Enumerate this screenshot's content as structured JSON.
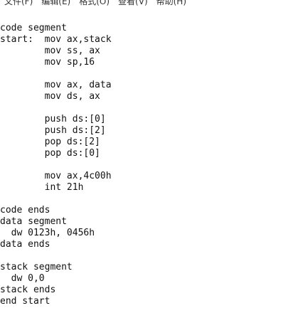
{
  "menubar": {
    "items": [
      {
        "label": "文件(F)"
      },
      {
        "label": "编辑(E)"
      },
      {
        "label": "格式(O)"
      },
      {
        "label": "查看(V)"
      },
      {
        "label": "帮助(H)"
      }
    ]
  },
  "editor": {
    "lines": [
      "code segment",
      "start:  mov ax,stack",
      "        mov ss, ax",
      "        mov sp,16",
      "",
      "        mov ax, data",
      "        mov ds, ax",
      "",
      "        push ds:[0]",
      "        push ds:[2]",
      "        pop ds:[2]",
      "        pop ds:[0]",
      "",
      "        mov ax,4c00h",
      "        int 21h",
      "",
      "code ends",
      "data segment",
      "  dw 0123h, 0456h",
      "data ends",
      "",
      "stack segment",
      "  dw 0,0",
      "stack ends",
      "end start"
    ]
  }
}
